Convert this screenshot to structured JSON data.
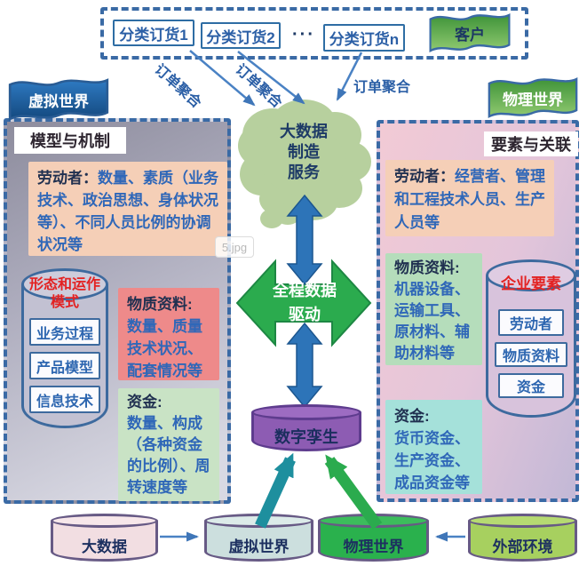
{
  "watermark": "5.jpg",
  "top": {
    "orders": [
      "分类订货1",
      "分类订货2",
      "分类订货n"
    ],
    "ellipsis": "···",
    "customer_flag": "客户",
    "aggregation_labels": [
      "订单聚合",
      "订单聚合",
      "订单聚合"
    ]
  },
  "center": {
    "cloud_lines": [
      "大数据",
      "制造",
      "服务"
    ],
    "drive_lines": [
      "全程数据",
      "驱动"
    ],
    "twin_cylinder": "数字孪生"
  },
  "left_panel": {
    "flag": "虚拟世界",
    "title": "模型与机制",
    "labor": {
      "head": "劳动者：",
      "body": "数量、素质（业务技术、政治思想、身体状况等）、不同人员比例的协调状况等"
    },
    "mode_cylinder": {
      "title": "形态和运作模式",
      "items": [
        "业务过程",
        "产品模型",
        "信息技术"
      ]
    },
    "material": {
      "head": "物质资料:",
      "body": "数量、质量技术状况、配套情况等"
    },
    "fund": {
      "head": "资金:",
      "body": "数量、构成（各种资金的比例）、周转速度等"
    }
  },
  "right_panel": {
    "flag": "物理世界",
    "title": "要素与关联",
    "labor": {
      "head": "劳动者：",
      "body": "经营者、管理和工程技术人员、生产人员等"
    },
    "material": {
      "head": "物质资料:",
      "body": "机器设备、运输工具、原材料、辅助材料等"
    },
    "element_cylinder": {
      "title": "企业要素",
      "items": [
        "劳动者",
        "物质资料",
        "资金"
      ]
    },
    "fund": {
      "head": "资金:",
      "body": "货币资金、生产资金、成品资金等"
    }
  },
  "bottom": {
    "cylinders": [
      "大数据",
      "虚拟世界",
      "物理世界",
      "外部环境"
    ]
  },
  "colors": {
    "dashed_border": "#3a6aa5",
    "blue_text": "#2f67b8",
    "navy_text": "#1d3a66",
    "red_text": "#e32222",
    "green_arrow": "#2bab4e",
    "blue_arrow": "#2d74b8",
    "teal_arrow": "#1e8f9e",
    "cloud_fill": "#b7d09e",
    "twin_purple": "#8d5cb3"
  }
}
